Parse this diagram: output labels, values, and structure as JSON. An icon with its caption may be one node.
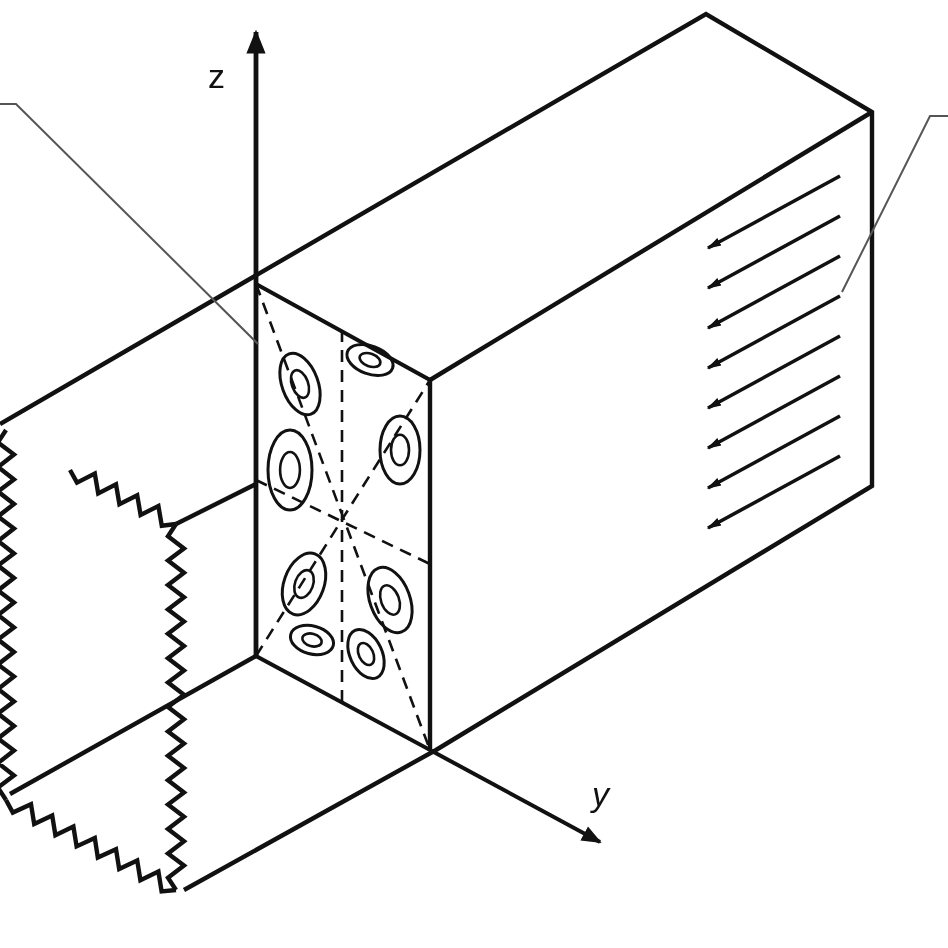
{
  "diagram": {
    "nodes": [
      {
        "text": [],
        "shape": "picture"
      },
      {
        "text": [],
        "shape": "picture"
      }
    ],
    "edges": [
      {
        "from": null,
        "to": 0,
        "arrow": "none"
      },
      {
        "from": null,
        "to": 1,
        "arrow": "none"
      }
    ],
    "labels": [
      "z",
      "y"
    ]
  }
}
